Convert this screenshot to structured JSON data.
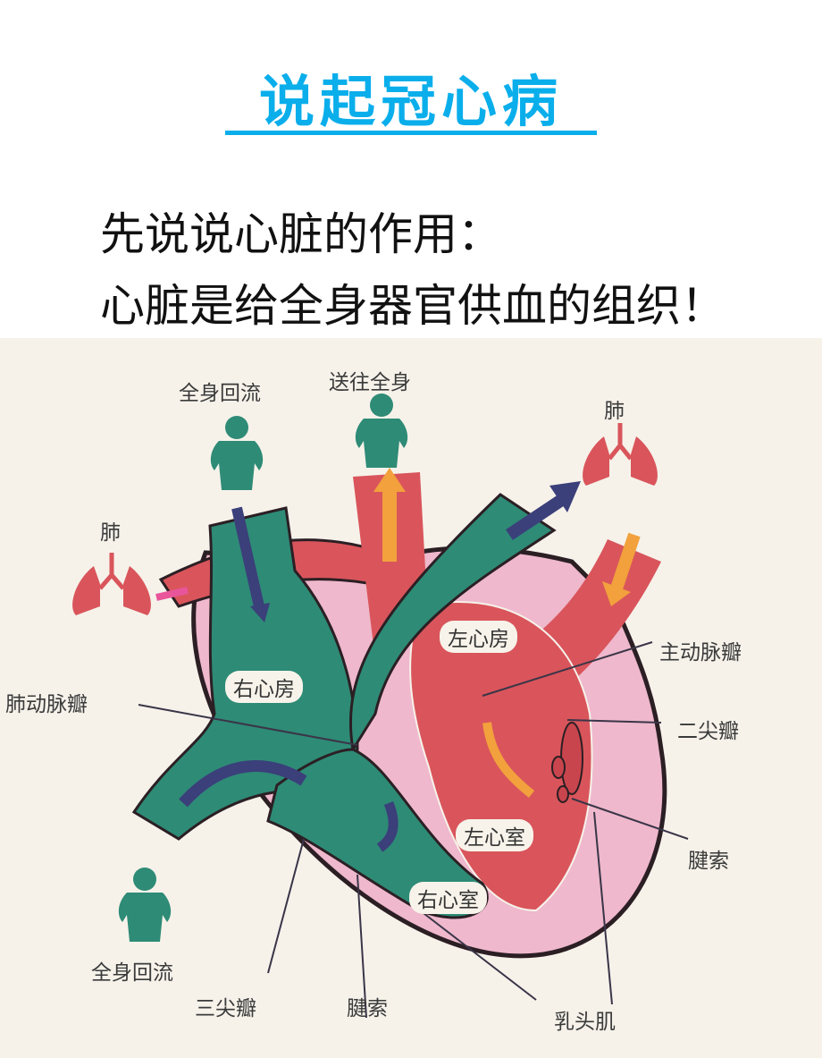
{
  "slide": {
    "title": "说起冠心病",
    "intro_lines": [
      "先说说心脏的作用：",
      "心脏是给全身器官供血的组织！"
    ]
  },
  "diagram": {
    "colors": {
      "title_blue": "#0aaeeb",
      "deoxygenated_teal": "#2e8b76",
      "oxygenated_red": "#d9555b",
      "pericardium_pink": "#efb8cc",
      "flow_arrow_navy": "#3b3f7a",
      "flow_arrow_orange": "#f2a13d",
      "background": "#f6f2ea"
    },
    "labels": {
      "body_return_top": "全身回流",
      "send_to_body": "送往全身",
      "lung_left": "肺",
      "lung_right": "肺",
      "pulmonary_valve": "肺动脉瓣",
      "right_atrium": "右心房",
      "left_atrium": "左心房",
      "aortic_valve": "主动脉瓣",
      "mitral_valve": "二尖瓣",
      "left_ventricle": "左心室",
      "chordae_right": "腱索",
      "right_ventricle": "右心室",
      "body_return_bottom": "全身回流",
      "tricuspid_valve": "三尖瓣",
      "chordae_bottom": "腱索",
      "papillary_muscle": "乳头肌"
    },
    "icons": [
      "person-icon-body-return-top",
      "person-icon-send-to-body",
      "person-icon-body-return-bottom",
      "lungs-icon-left",
      "lungs-icon-right"
    ]
  }
}
